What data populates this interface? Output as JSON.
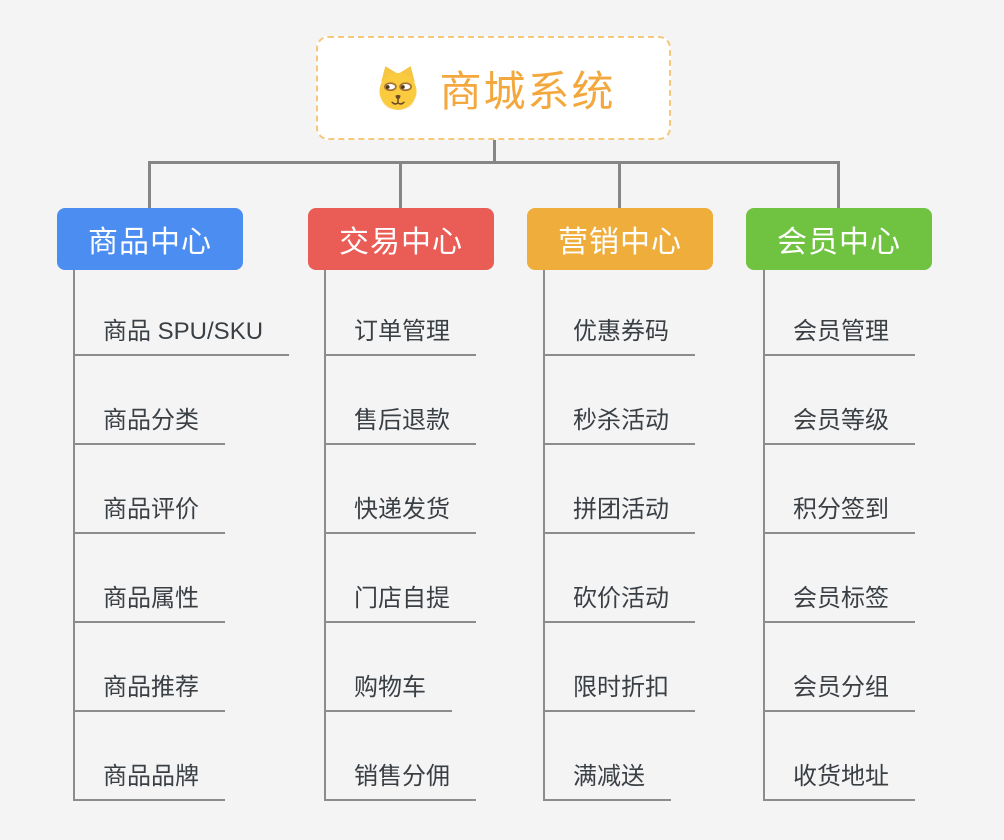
{
  "root": {
    "title": "商城系统",
    "icon": "dog-face-icon"
  },
  "branches": [
    {
      "label": "商品中心",
      "color": "#4b8df0",
      "children": [
        "商品 SPU/SKU",
        "商品分类",
        "商品评价",
        "商品属性",
        "商品推荐",
        "商品品牌"
      ]
    },
    {
      "label": "交易中心",
      "color": "#e95d56",
      "children": [
        "订单管理",
        "售后退款",
        "快递发货",
        "门店自提",
        "购物车",
        "销售分佣"
      ]
    },
    {
      "label": "营销中心",
      "color": "#efae3c",
      "children": [
        "优惠券码",
        "秒杀活动",
        "拼团活动",
        "砍价活动",
        "限时折扣",
        "满减送"
      ]
    },
    {
      "label": "会员中心",
      "color": "#70c241",
      "children": [
        "会员管理",
        "会员等级",
        "积分签到",
        "会员标签",
        "会员分组",
        "收货地址"
      ]
    }
  ],
  "colors": {
    "page-bg": "#f4f4f5",
    "connector": "#868686",
    "leaf-line": "#8c8c8c",
    "leaf-text": "#3a3f44",
    "root-border": "#f6c77d",
    "root-text": "#f3a73c"
  }
}
